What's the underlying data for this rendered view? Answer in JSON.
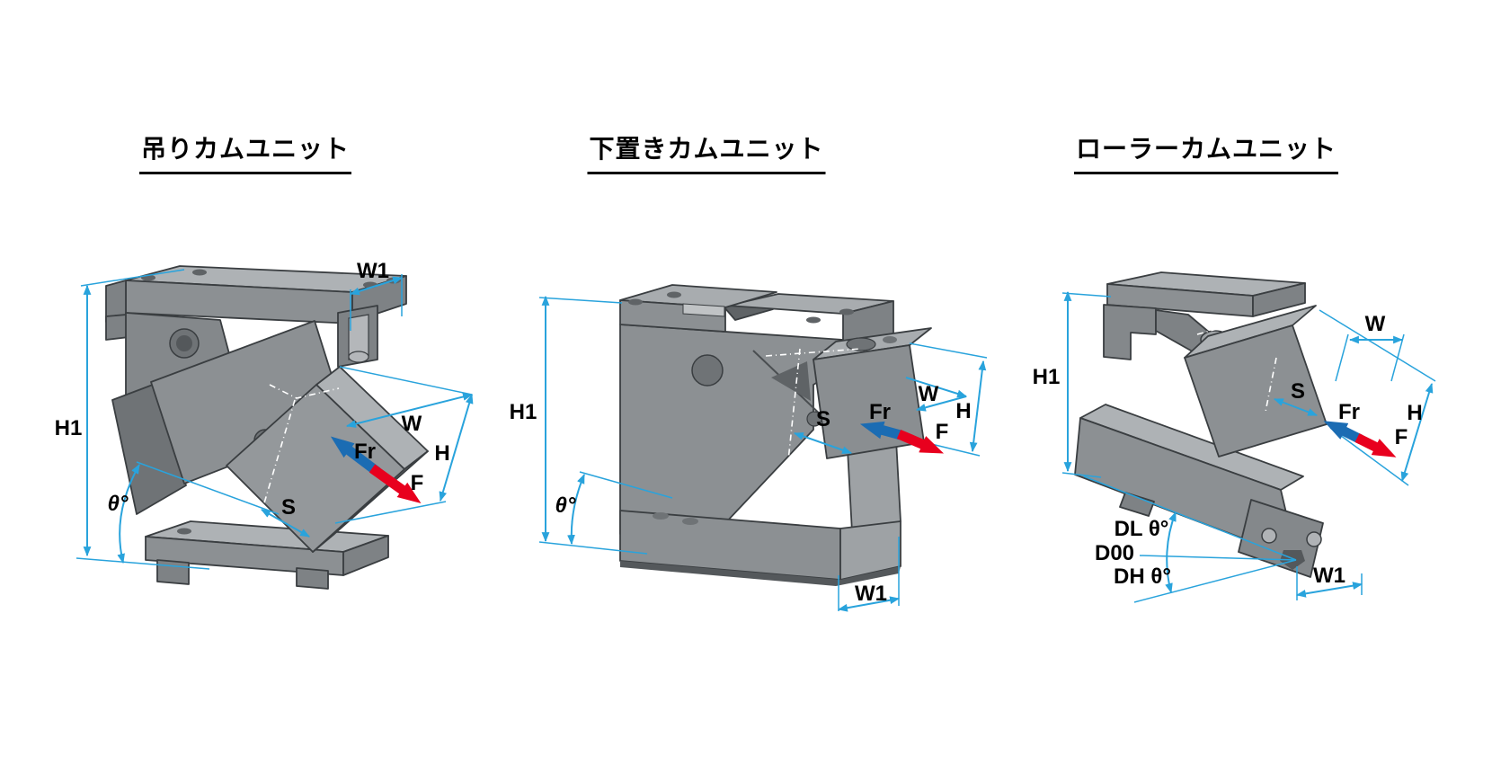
{
  "page": {
    "background_color": "#ffffff"
  },
  "colors": {
    "dimension_line": "#29A3DC",
    "force_arrow_blue": "#1B6CB3",
    "force_arrow_red": "#E8001E",
    "body_light": "#AEB2B5",
    "body_mid": "#8C9093",
    "body_dark": "#6F7376",
    "outline": "#3A3E41",
    "text": "#000000"
  },
  "diagrams": [
    {
      "id": "hanging-cam-unit",
      "title": "吊りカムユニット",
      "labels": {
        "h1": "H1",
        "w1": "W1",
        "w": "W",
        "h": "H",
        "s": "S",
        "fr": "Fr",
        "f": "F",
        "theta": "θ°"
      }
    },
    {
      "id": "bottom-mounted-cam-unit",
      "title": "下置きカムユニット",
      "labels": {
        "h1": "H1",
        "w1": "W1",
        "w": "W",
        "h": "H",
        "s": "S",
        "fr": "Fr",
        "f": "F",
        "theta": "θ°"
      }
    },
    {
      "id": "roller-cam-unit",
      "title": "ローラーカムユニット",
      "labels": {
        "h1": "H1",
        "w1": "W1",
        "w": "W",
        "h": "H",
        "s": "S",
        "fr": "Fr",
        "f": "F",
        "dl": "DL θ°",
        "d00": "D00",
        "dh": "DH θ°"
      }
    }
  ]
}
